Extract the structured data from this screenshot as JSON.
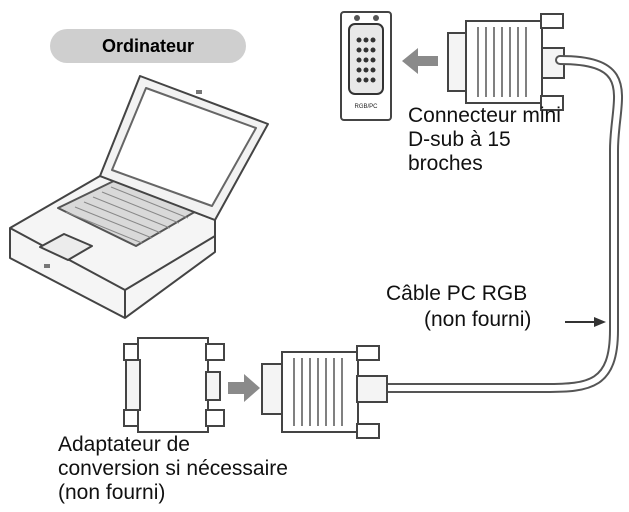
{
  "computer_label": "Ordinateur",
  "connector_label": [
    "Connecteur mini",
    "D-sub à 15",
    "broches"
  ],
  "cable_label": [
    "Câble PC RGB",
    "(non fourni)"
  ],
  "adapter_label": [
    "Adaptateur de",
    "conversion si nécessaire",
    "(non fourni)"
  ],
  "port_label": "RGB/PC",
  "colors": {
    "pill": "#cfcfcf",
    "line": "#555555",
    "arrow": "#8a8a8a"
  }
}
